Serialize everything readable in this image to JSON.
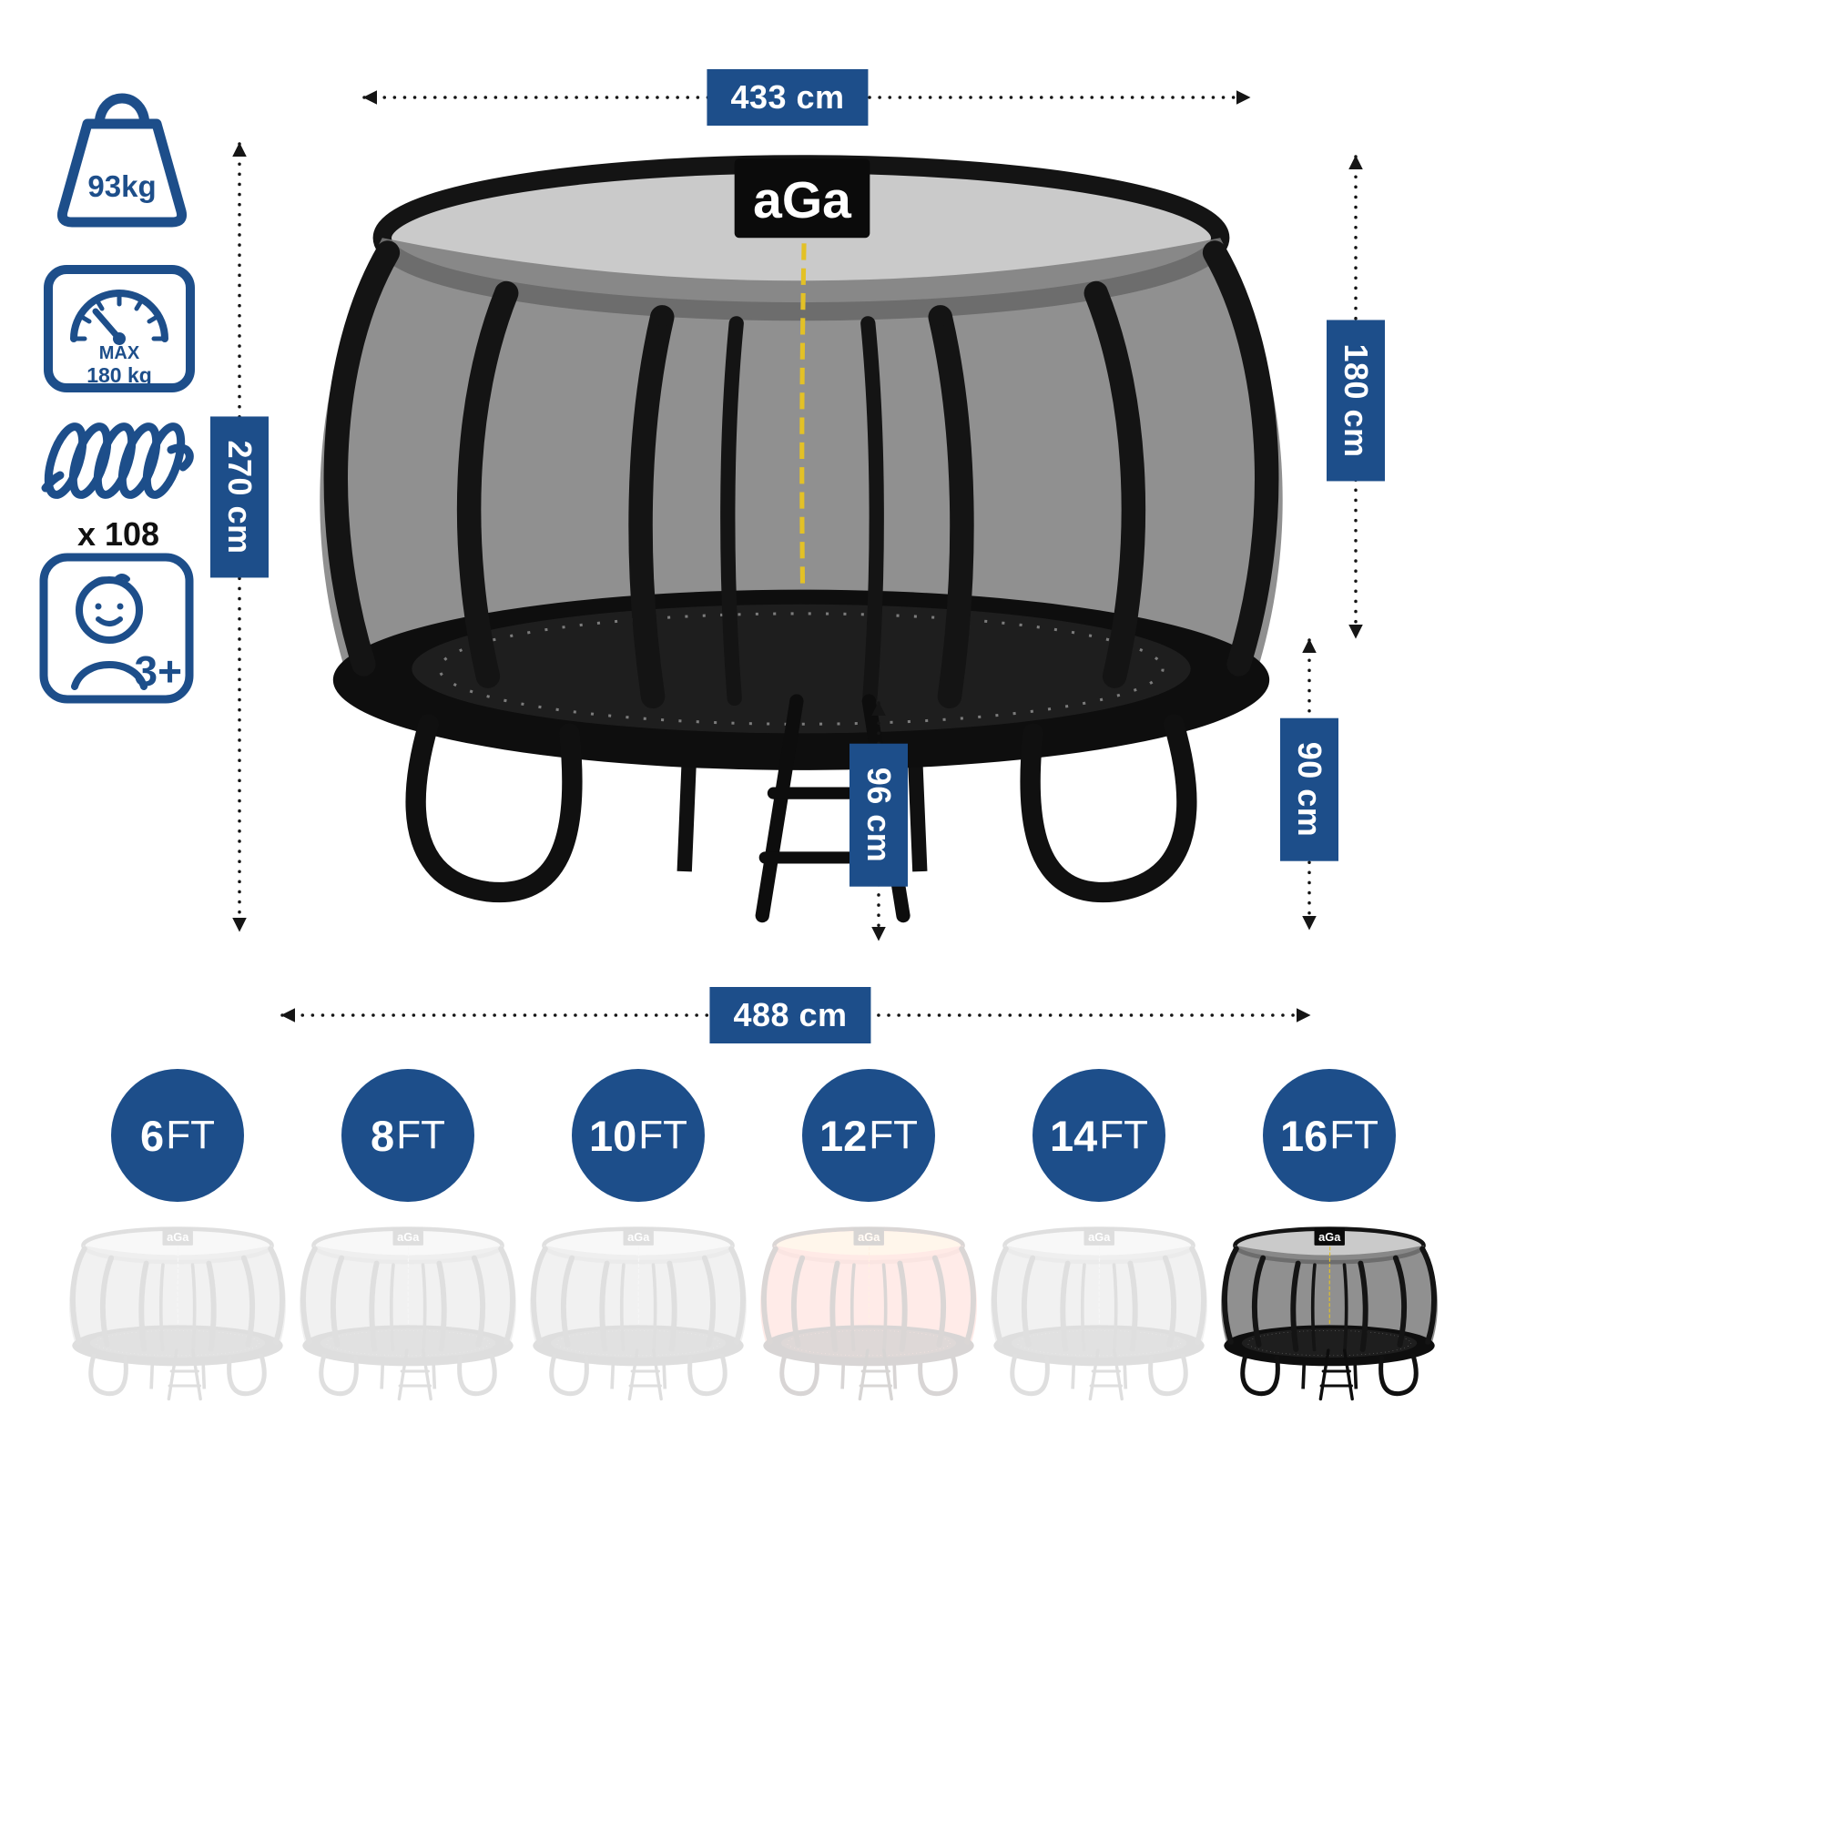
{
  "colors": {
    "accent": "#1d4e8a",
    "ink": "#111111",
    "trampoline": "#141414",
    "zipper": "#e3c126",
    "background": "#ffffff"
  },
  "dimensions": {
    "top_width": "433 cm",
    "total_height": "270 cm",
    "net_height": "180 cm",
    "frame_height": "90 cm",
    "ladder_height": "96 cm",
    "base_width": "488 cm"
  },
  "specs": {
    "weight": {
      "label": "93kg"
    },
    "max_load": {
      "line1": "MAX",
      "line2": "180 kg"
    },
    "springs": {
      "label": "x 108"
    },
    "age": {
      "label": "3+"
    }
  },
  "illustration": {
    "logo": "aGa"
  },
  "sizes": [
    {
      "number": "6",
      "unit": "FT"
    },
    {
      "number": "8",
      "unit": "FT"
    },
    {
      "number": "10",
      "unit": "FT"
    },
    {
      "number": "12",
      "unit": "FT"
    },
    {
      "number": "14",
      "unit": "FT"
    },
    {
      "number": "16",
      "unit": "FT",
      "selected": true
    }
  ]
}
